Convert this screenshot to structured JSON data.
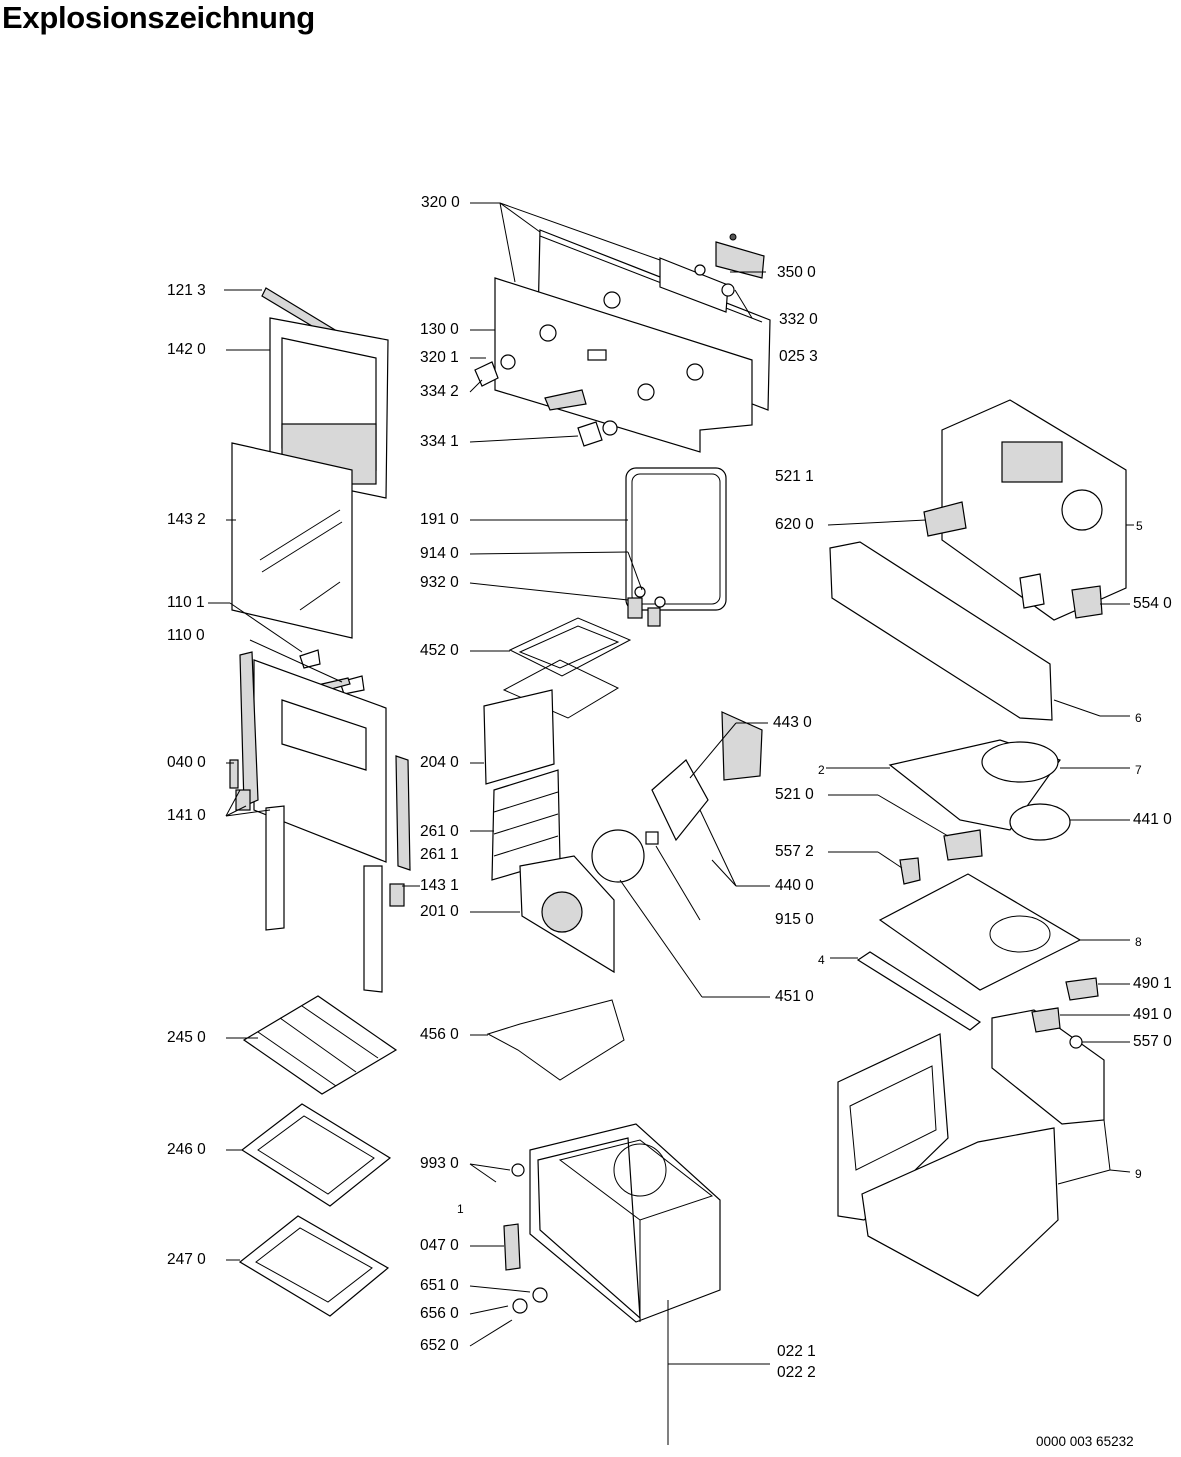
{
  "title": "Explosionszeichnung",
  "document_number": "0000 003 65232",
  "part_labels": [
    "320 0",
    "350 0",
    "332 0",
    "025 3",
    "121 3",
    "130 0",
    "142 0",
    "320 1",
    "334 2",
    "334 1",
    "521 1",
    "620 0",
    "143 2",
    "191 0",
    "914 0",
    "932 0",
    "554 0",
    "110 1",
    "110 0",
    "452 0",
    "443 0",
    "040 0",
    "204 0",
    "521 0",
    "141 0",
    "261 0",
    "261 1",
    "557 2",
    "440 0",
    "143 1",
    "201 0",
    "915 0",
    "451 0",
    "490 1",
    "491 0",
    "557 0",
    "245 0",
    "456 0",
    "246 0",
    "993 0",
    "047 0",
    "247 0",
    "651 0",
    "656 0",
    "652 0",
    "022 1",
    "022 2",
    "441 0"
  ],
  "reference_numbers": [
    "5",
    "6",
    "2",
    "7",
    "8",
    "4",
    "9",
    "1"
  ]
}
